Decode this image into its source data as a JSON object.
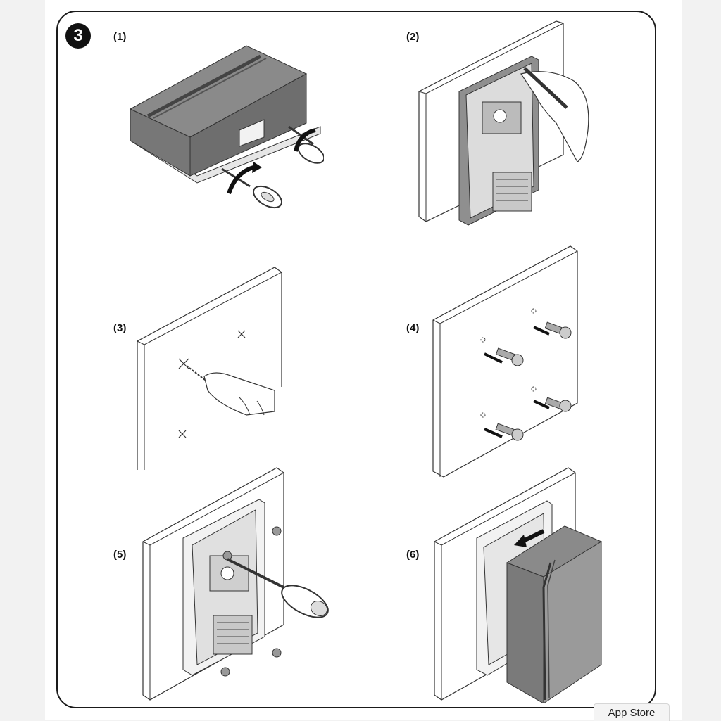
{
  "step": {
    "number": "3"
  },
  "panels": [
    {
      "label": "(1)"
    },
    {
      "label": "(2)"
    },
    {
      "label": "(3)"
    },
    {
      "label": "(4)"
    },
    {
      "label": "(5)"
    },
    {
      "label": "(6)"
    }
  ],
  "footer": {
    "app_store_label": "App Store"
  }
}
